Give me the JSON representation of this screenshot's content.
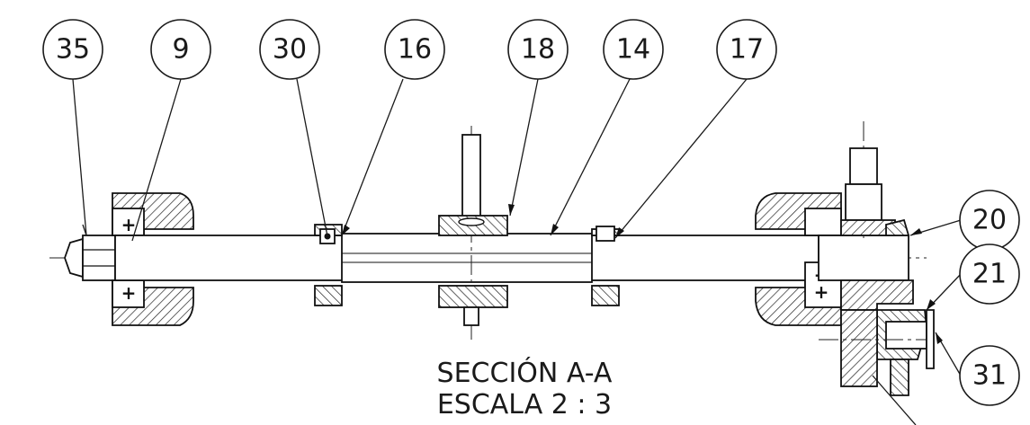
{
  "balloons": [
    {
      "label": "35"
    },
    {
      "label": "9"
    },
    {
      "label": "30"
    },
    {
      "label": "16"
    },
    {
      "label": "18"
    },
    {
      "label": "14"
    },
    {
      "label": "17"
    },
    {
      "label": "20"
    },
    {
      "label": "21"
    },
    {
      "label": "31"
    }
  ],
  "caption": {
    "line1": "SECCIÓN A-A",
    "line2": "ESCALA 2 : 3"
  },
  "markers": {
    "plus": "+"
  }
}
